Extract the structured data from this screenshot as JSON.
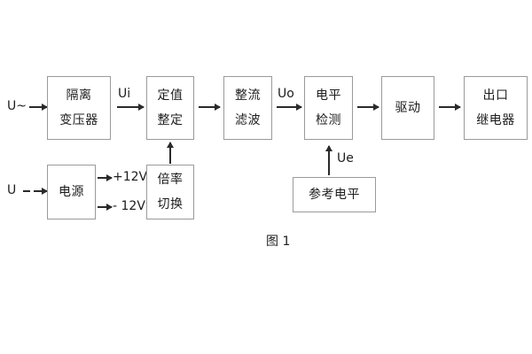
{
  "diagram": {
    "caption": "图 1",
    "inputs": [
      {
        "id": "u-ac",
        "label": "U~"
      },
      {
        "id": "u-dc",
        "label": "U"
      }
    ],
    "signal_labels": [
      {
        "id": "ui",
        "label": "Ui"
      },
      {
        "id": "uo",
        "label": "Uo"
      },
      {
        "id": "ue",
        "label": "Ue"
      }
    ],
    "rail_labels": [
      {
        "id": "pos12",
        "label": "+12V"
      },
      {
        "id": "neg12",
        "label": "- 12V"
      }
    ],
    "blocks": [
      {
        "id": "isolation-transformer",
        "lines": [
          "隔离",
          "变压器"
        ]
      },
      {
        "id": "setting-value",
        "lines": [
          "定值",
          "整定"
        ]
      },
      {
        "id": "rectify-filter",
        "lines": [
          "整流",
          "滤波"
        ]
      },
      {
        "id": "level-detection",
        "lines": [
          "电平",
          "检测"
        ]
      },
      {
        "id": "drive",
        "lines": [
          "驱动"
        ]
      },
      {
        "id": "output-relay",
        "lines": [
          "出口",
          "继电器"
        ]
      },
      {
        "id": "power-supply",
        "lines": [
          "电源"
        ]
      },
      {
        "id": "ratio-switch",
        "lines": [
          "倍率",
          "切换"
        ]
      },
      {
        "id": "reference-level",
        "lines": [
          "参考电平"
        ]
      }
    ],
    "colors": {
      "box_border": "#9a9a9a",
      "arrow": "#2a2a2a",
      "text": "#1d1d1d",
      "background": "#ffffff"
    }
  }
}
